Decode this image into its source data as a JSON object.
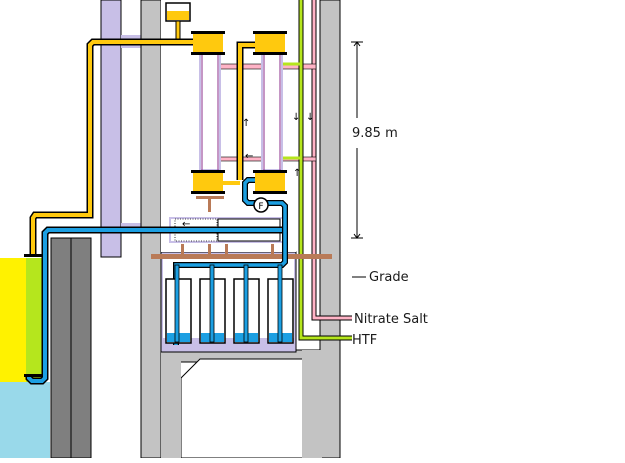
{
  "diagram": {
    "title": "",
    "dimension": {
      "label": "9.85 m"
    },
    "labels": {
      "grade": "Grade",
      "nitrate_salt": "Nitrate Salt",
      "htf": "HTF"
    },
    "components": {
      "flow_meter": "F",
      "flow_arrows": [
        "↑",
        "←",
        "↓",
        "↓",
        "↑",
        "←"
      ]
    },
    "colors": {
      "htf_pipe": "#ffc90e",
      "water_pipe": "#1c9fe2",
      "nitrate_salt_line": "#ffb3c6",
      "htf_line": "#b5e61d",
      "concrete": "#c3c3c3",
      "dark_column": "#7f7f7f",
      "insulation": "#c8bfe7",
      "support_beam": "#b97a57",
      "tank_yellow": "#fff200",
      "tank_green": "#b5e61d",
      "tank_cyan": "#99d9ea"
    }
  }
}
